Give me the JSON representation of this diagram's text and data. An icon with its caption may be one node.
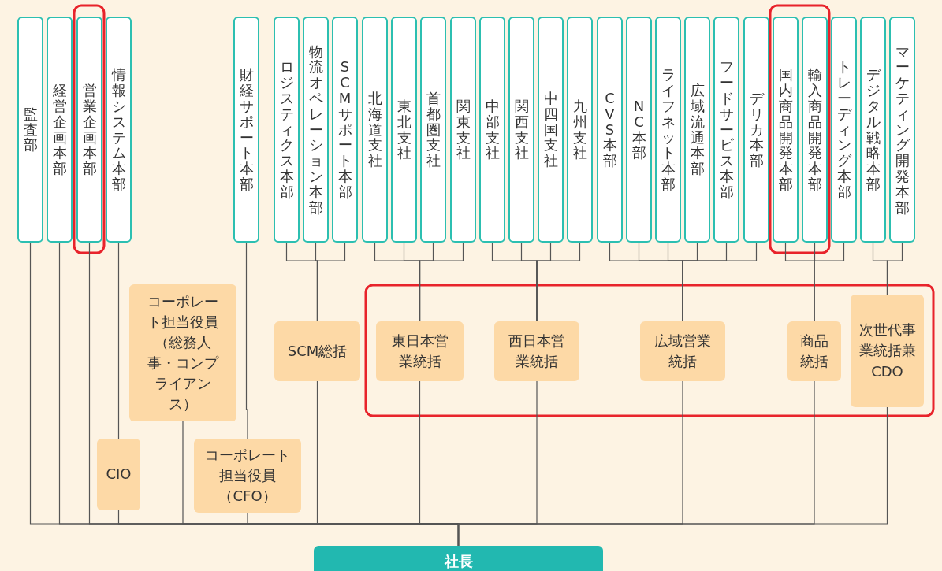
{
  "diagram": {
    "nodes": [
      {
        "text": [
          "監査部"
        ]
      },
      {
        "text": [
          "経営企画本部"
        ]
      },
      {
        "text": [
          "営業企画本部"
        ]
      },
      {
        "text": [
          "情報システム本部"
        ]
      },
      {
        "text": [
          "財経サポート本部"
        ]
      },
      {
        "text": [
          "ロジスティクス本部"
        ]
      },
      {
        "text": [
          "物流オペレーション本部"
        ]
      },
      {
        "text": [
          "SCMサポート本部"
        ]
      },
      {
        "text": [
          "北海道支社"
        ]
      },
      {
        "text": [
          "東北支社"
        ]
      },
      {
        "text": [
          "首都圏支社"
        ]
      },
      {
        "text": [
          "関東支社"
        ]
      },
      {
        "text": [
          "中部支社"
        ]
      },
      {
        "text": [
          "関西支社"
        ]
      },
      {
        "text": [
          "中四国支社"
        ]
      },
      {
        "text": [
          "九州支社"
        ]
      },
      {
        "text": [
          "CVS本部"
        ]
      },
      {
        "text": [
          "NC本部"
        ]
      },
      {
        "text": [
          "ライフネット本部"
        ]
      },
      {
        "text": [
          "広域流通本部"
        ]
      },
      {
        "text": [
          "フードサービス本部"
        ]
      },
      {
        "text": [
          "デリカ本部"
        ]
      },
      {
        "text": [
          "国内商品開発本部"
        ]
      },
      {
        "text": [
          "輸入商品開発本部"
        ]
      },
      {
        "text": [
          "トレーディング本部"
        ]
      },
      {
        "text": [
          "デジタル戦略本部"
        ]
      },
      {
        "text": [
          "マーケティング開発本部"
        ]
      },
      {
        "text": [
          "コーポレート担当役員（総務人事・コンプライアンス）"
        ]
      },
      {
        "text": [
          "SCM総括"
        ]
      },
      {
        "text": [
          "東日本営業統括"
        ]
      },
      {
        "text": [
          "西日本営業統括"
        ]
      },
      {
        "text": [
          "広域営業統括"
        ]
      },
      {
        "text": [
          "商品統括"
        ]
      },
      {
        "text": [
          "次世代事業統括兼CDO"
        ]
      },
      {
        "text": [
          "CIO"
        ]
      },
      {
        "text": [
          "コーポレート担当役員（CFO）"
        ]
      },
      {
        "text": [
          "社長"
        ]
      }
    ],
    "edges": [
      {
        "from": 36,
        "to": 0,
        "arrow": "none"
      },
      {
        "from": 36,
        "to": 1,
        "arrow": "none"
      },
      {
        "from": 36,
        "to": 2,
        "arrow": "none"
      },
      {
        "from": 36,
        "to": 34,
        "arrow": "none"
      },
      {
        "from": 34,
        "to": 3,
        "arrow": "none"
      },
      {
        "from": 36,
        "to": 27,
        "arrow": "none"
      },
      {
        "from": 36,
        "to": 35,
        "arrow": "none"
      },
      {
        "from": 35,
        "to": 4,
        "arrow": "none"
      },
      {
        "from": 36,
        "to": 28,
        "arrow": "none"
      },
      {
        "from": 28,
        "to": 5,
        "arrow": "none"
      },
      {
        "from": 28,
        "to": 6,
        "arrow": "none"
      },
      {
        "from": 28,
        "to": 7,
        "arrow": "none"
      },
      {
        "from": 36,
        "to": 29,
        "arrow": "none"
      },
      {
        "from": 29,
        "to": 8,
        "arrow": "none"
      },
      {
        "from": 29,
        "to": 9,
        "arrow": "none"
      },
      {
        "from": 29,
        "to": 10,
        "arrow": "none"
      },
      {
        "from": 29,
        "to": 11,
        "arrow": "none"
      },
      {
        "from": 36,
        "to": 30,
        "arrow": "none"
      },
      {
        "from": 30,
        "to": 12,
        "arrow": "none"
      },
      {
        "from": 30,
        "to": 13,
        "arrow": "none"
      },
      {
        "from": 30,
        "to": 14,
        "arrow": "none"
      },
      {
        "from": 30,
        "to": 15,
        "arrow": "none"
      },
      {
        "from": 36,
        "to": 31,
        "arrow": "none"
      },
      {
        "from": 31,
        "to": 16,
        "arrow": "none"
      },
      {
        "from": 31,
        "to": 17,
        "arrow": "none"
      },
      {
        "from": 31,
        "to": 18,
        "arrow": "none"
      },
      {
        "from": 31,
        "to": 19,
        "arrow": "none"
      },
      {
        "from": 31,
        "to": 20,
        "arrow": "none"
      },
      {
        "from": 31,
        "to": 21,
        "arrow": "none"
      },
      {
        "from": 36,
        "to": 32,
        "arrow": "none"
      },
      {
        "from": 32,
        "to": 22,
        "arrow": "none"
      },
      {
        "from": 32,
        "to": 23,
        "arrow": "none"
      },
      {
        "from": 32,
        "to": 24,
        "arrow": "none"
      },
      {
        "from": 36,
        "to": 33,
        "arrow": "none"
      },
      {
        "from": 33,
        "to": 25,
        "arrow": "none"
      },
      {
        "from": 33,
        "to": 26,
        "arrow": "none"
      }
    ]
  }
}
